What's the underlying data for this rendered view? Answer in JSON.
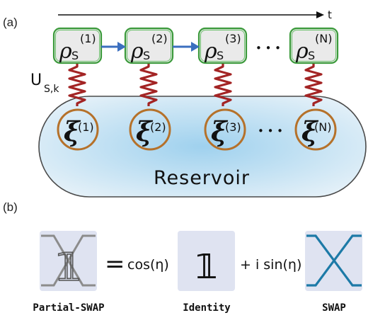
{
  "panel_a": {
    "label": "(a)",
    "time_label": "t",
    "coupling_main": "U",
    "coupling_sub": "S,k",
    "rho_symbol": "ρ",
    "rho_sub": "S",
    "system_sups": [
      "(1)",
      "(2)",
      "(3)",
      "(N)"
    ],
    "ellipsis": "• • •",
    "xi_symbol": "ξ",
    "bath_sups": [
      "(1)",
      "(2)",
      "(3)",
      "(N)"
    ],
    "reservoir_label": "Reservoir",
    "colors": {
      "system_border": "#3a9a3a",
      "system_fill": "#eaeaea",
      "arrow": "#3b6fbf",
      "spring": "#a32424",
      "bath_ring": "#b5712a",
      "reservoir_center": "#a9d6ef",
      "reservoir_edge": "#dcecf6"
    }
  },
  "panel_b": {
    "label": "(b)",
    "equals": "=",
    "cos_term": "cos(η)",
    "plus_i_sin_term": "+ i sin(η)",
    "identity_symbol": "𝟙",
    "captions": {
      "partial_swap": "Partial-SWAP",
      "identity": "Identity",
      "swap": "SWAP"
    },
    "colors": {
      "swap_line": "#1d7aa7",
      "box_fill": "#dfe3f1",
      "partial_line": "#8c8c8c"
    }
  }
}
